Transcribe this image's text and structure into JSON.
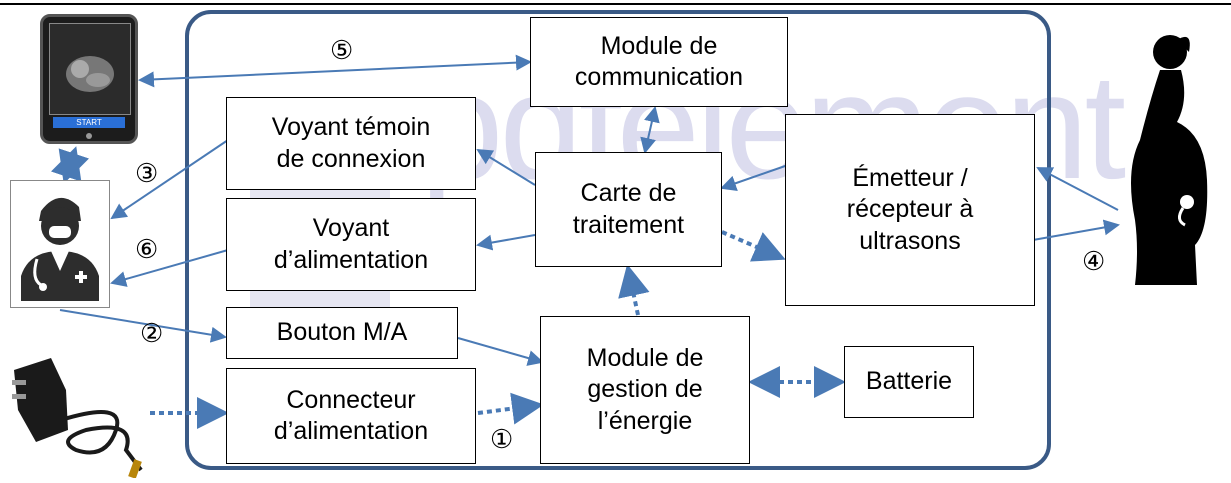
{
  "diagram": {
    "blocks": {
      "communication": "Module de\ncommunication",
      "voyant_connexion": "Voyant témoin\nde connexion",
      "voyant_alimentation": "Voyant\nd’alimentation",
      "bouton": "Bouton M/A",
      "connecteur": "Connecteur\nd’alimentation",
      "carte": "Carte de\ntraitement",
      "gestion_energie": "Module de\ngestion de\nl’énergie",
      "emetteur": "Émetteur /\nrécepteur à\nultrasons",
      "batterie": "Batterie"
    },
    "labels": {
      "n1": "①",
      "n2": "②",
      "n3": "③",
      "n4": "④",
      "n5": "⑤",
      "n6": "⑥"
    },
    "tablet_button": "START",
    "watermark": "pdfelement",
    "colors": {
      "frame": "#3a5a86",
      "arrow": "#4a7ab5",
      "watermark": "#dcdcef"
    },
    "icons": [
      "tablet-icon",
      "doctor-icon",
      "charger-icon",
      "pregnant-woman-icon"
    ]
  }
}
